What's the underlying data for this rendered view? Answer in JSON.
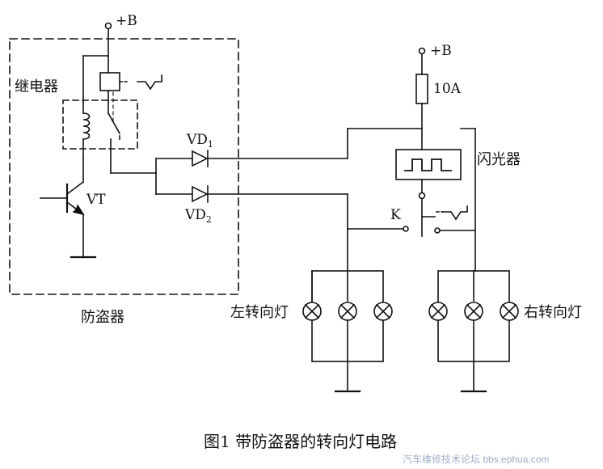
{
  "labels": {
    "plus_b_top": "+B",
    "plus_b_right": "+B",
    "relay": "继电器",
    "transistor": "VT",
    "vd1": "VD",
    "vd1_sub": "1",
    "vd2": "VD",
    "vd2_sub": "2",
    "fuse": "10A",
    "flasher": "闪光器",
    "switch_k": "K",
    "anti_theft": "防盗器",
    "left_lamps": "左转向灯",
    "right_lamps": "右转向灯"
  },
  "caption": "图1 带防盗器的转向灯电路",
  "watermark": "汽车维修技术论坛 bbs.ephua.com"
}
